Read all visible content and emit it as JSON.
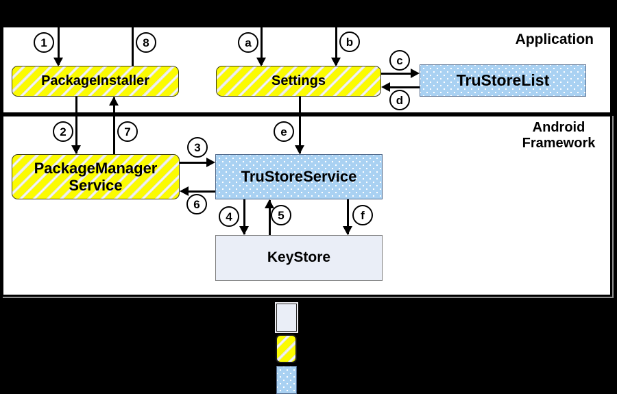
{
  "sections": {
    "application": {
      "label": "Application"
    },
    "framework": {
      "label": "Android Framework"
    }
  },
  "nodes": {
    "package_installer": {
      "label": "PackageInstaller",
      "style": "yellow-hatched"
    },
    "settings": {
      "label": "Settings",
      "style": "yellow-hatched"
    },
    "trustore_list": {
      "label": "TruStoreList",
      "style": "blue-dotted"
    },
    "package_manager_service": {
      "label": "PackageManager Service",
      "style": "yellow-hatched"
    },
    "trustore_service": {
      "label": "TruStoreService",
      "style": "blue-dotted"
    },
    "keystore": {
      "label": "KeyStore",
      "style": "plain-light"
    }
  },
  "arrow_labels": {
    "n1": "1",
    "n2": "2",
    "n3": "3",
    "n4": "4",
    "n5": "5",
    "n6": "6",
    "n7": "7",
    "n8": "8",
    "la": "a",
    "lb": "b",
    "lc": "c",
    "ld": "d",
    "le": "e",
    "lf": "f"
  },
  "colors": {
    "yellow_hatched_fill": "#fbfb02",
    "blue_dotted_fill": "#a9d1f2",
    "plain_light_fill": "#eaeef7",
    "canvas": "#ffffff",
    "background": "#000000"
  },
  "legend": {
    "swatch_styles": [
      "plain-light",
      "yellow-hatched",
      "blue-dotted"
    ]
  }
}
